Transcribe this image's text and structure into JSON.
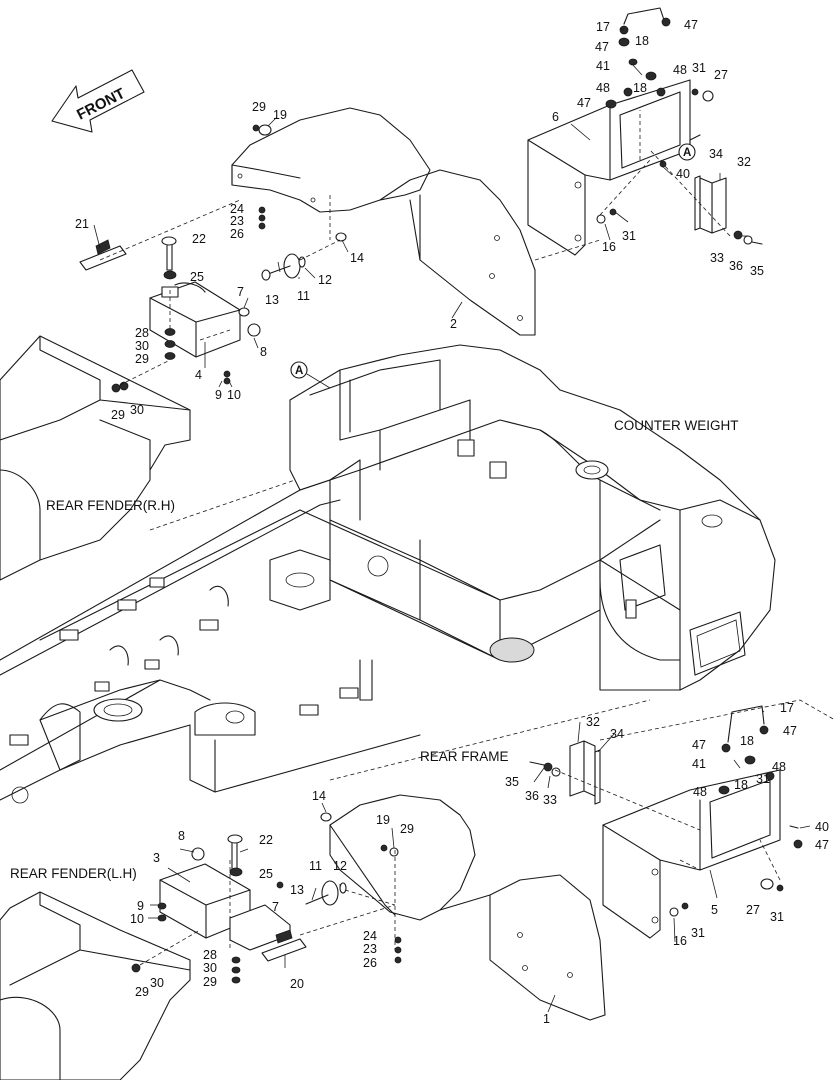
{
  "direction_label": "FRONT",
  "labels": {
    "counter_weight": "COUNTER WEIGHT",
    "rear_frame": "REAR FRAME",
    "rear_fender_rh": "REAR FENDER(R.H)",
    "rear_fender_lh": "REAR FENDER(L.H)"
  },
  "reference_marker": "A",
  "part_numbers": {
    "p1": "1",
    "p2": "2",
    "p3": "3",
    "p4": "4",
    "p5": "5",
    "p6": "6",
    "p7": "7",
    "p8": "8",
    "p9": "9",
    "p10": "10",
    "p11": "11",
    "p12": "12",
    "p13": "13",
    "p14": "14",
    "p16": "16",
    "p17": "17",
    "p18": "18",
    "p19": "19",
    "p20": "20",
    "p21": "21",
    "p22": "22",
    "p23": "23",
    "p24": "24",
    "p25": "25",
    "p26": "26",
    "p27": "27",
    "p28": "28",
    "p29": "29",
    "p30": "30",
    "p31": "31",
    "p32": "32",
    "p33": "33",
    "p34": "34",
    "p35": "35",
    "p36": "36",
    "p40": "40",
    "p41": "41",
    "p47": "47",
    "p48": "48"
  }
}
